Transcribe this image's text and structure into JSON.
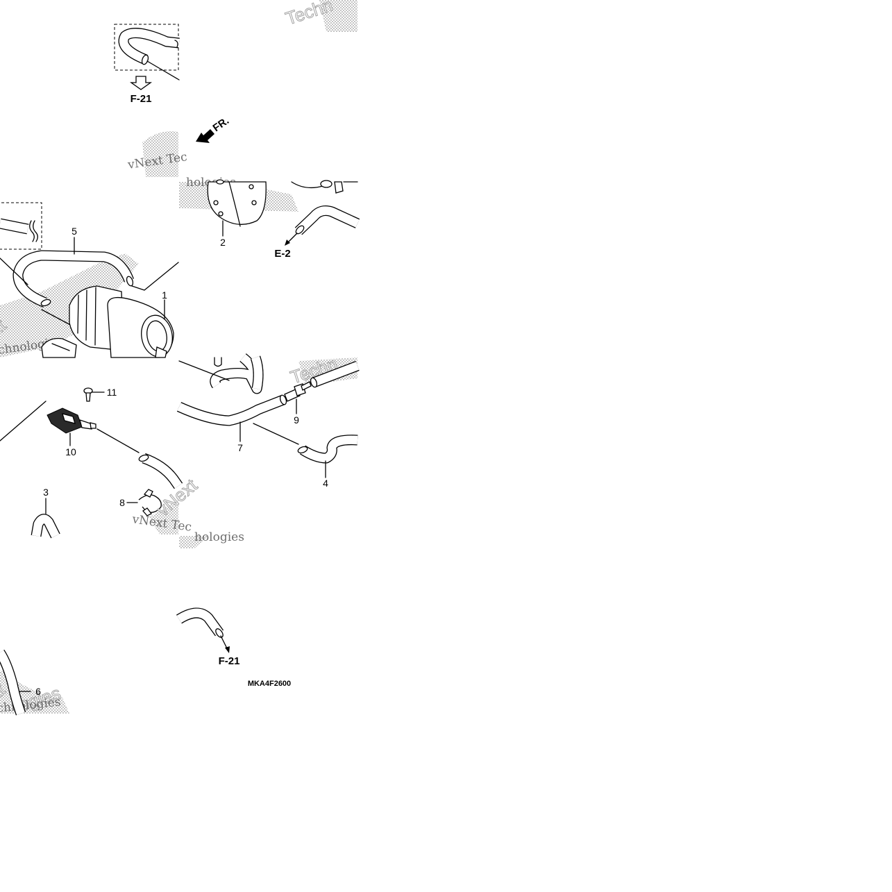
{
  "callouts": {
    "c1": "1",
    "c2": "2",
    "c3": "3",
    "c4": "4",
    "c5": "5",
    "c6": "6",
    "c7": "7",
    "c8": "8",
    "c9": "9",
    "c10": "10",
    "c11": "11"
  },
  "refs": {
    "f21_top": "F-21",
    "f21_bottom": "F-21",
    "e2": "E-2",
    "front": "FR."
  },
  "diagram_code": "MKA4F2600",
  "watermarks": {
    "w1": "Techn",
    "w2": "vNext Tec",
    "w3": "hologies",
    "w4": "xt",
    "w5": "chnologies",
    "w6": "Techn",
    "w7": "vNext Tec",
    "w8": "hologies",
    "w9": "xt",
    "w10": "chnologies",
    "w11": "vNext",
    "w12": "vNext",
    "w13": "ogies"
  }
}
